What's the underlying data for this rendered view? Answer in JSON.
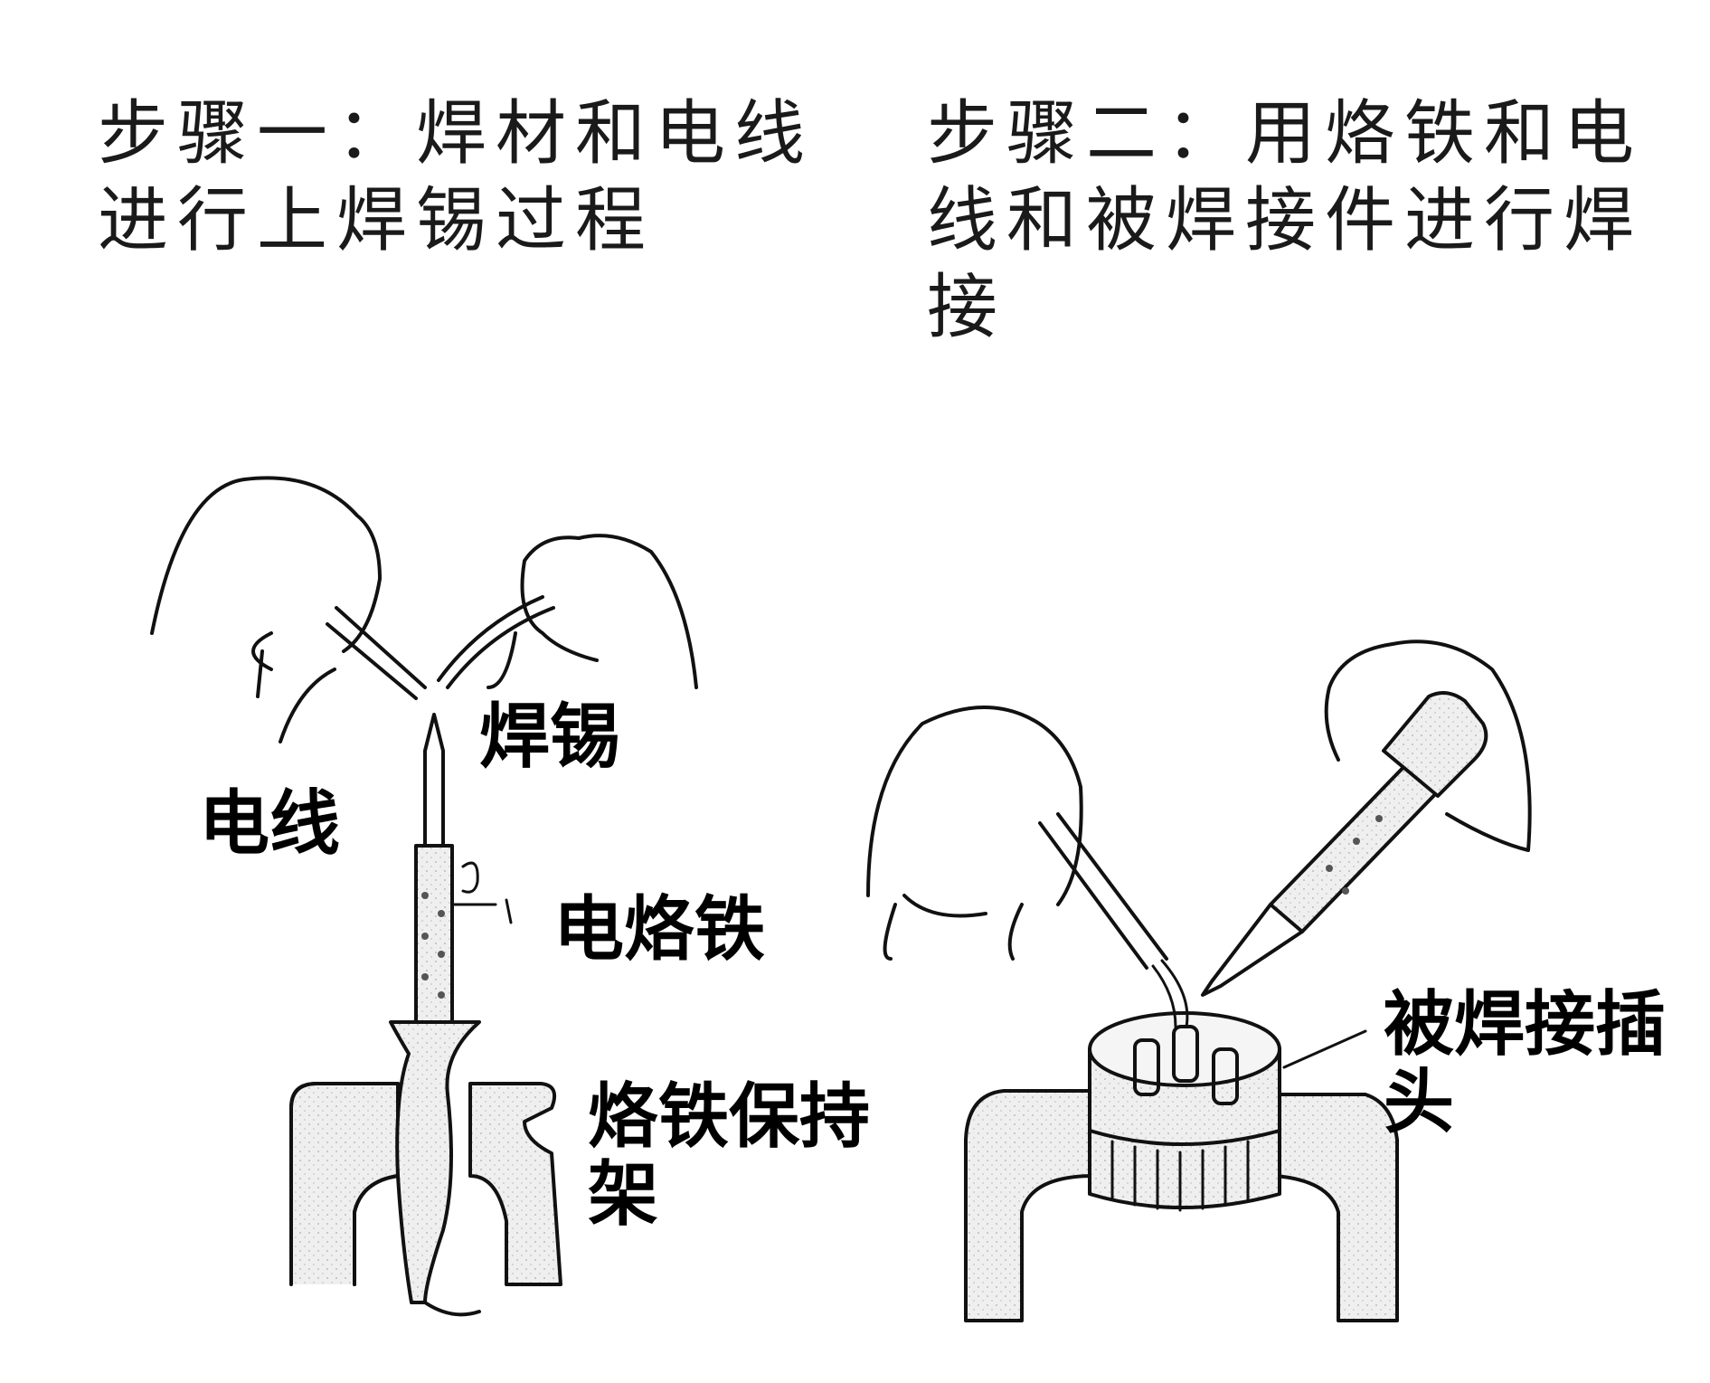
{
  "steps": [
    {
      "title": "步骤一：焊材和电线进行上焊锡过程"
    },
    {
      "title": "步骤二：用烙铁和电线和被焊接件进行焊接"
    }
  ],
  "labels": {
    "solder": "焊锡",
    "wire": "电线",
    "soldering_iron": "电烙铁",
    "iron_holder": "烙铁保持架",
    "plug": "被焊接插头"
  },
  "colors": {
    "text": "#000000",
    "line": "#111111",
    "stipple": "#e6e6e6"
  }
}
